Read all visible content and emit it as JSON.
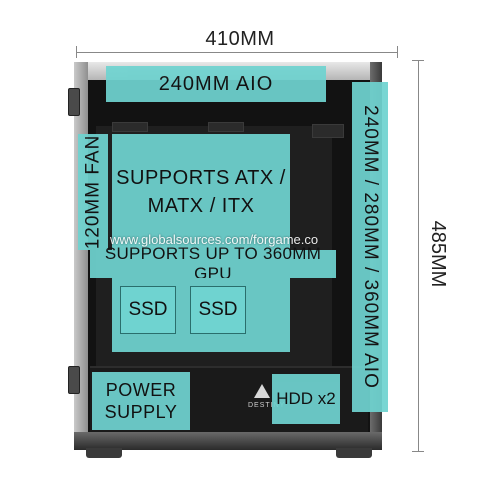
{
  "dimensions": {
    "width_label": "410MM",
    "height_label": "485MM"
  },
  "labels": {
    "top_radiator": "240MM AIO",
    "side_fan": "120MM FAN",
    "motherboard_line1": "SUPPORTS ATX /",
    "motherboard_line2": "MATX / ITX",
    "gpu": "SUPPORTS UP TO 360MM GPU",
    "ssd_1": "SSD",
    "ssd_2": "SSD",
    "psu_line1": "POWER",
    "psu_line2": "SUPPLY",
    "hdd": "HDD x2",
    "front_radiator": "240MM / 280MM / 360MM AIO"
  },
  "watermark": "www.globalsources.com/forgame.co",
  "brand": "DESTINY",
  "colors": {
    "label_fill": "#6fd3d0",
    "case_body": "#121212",
    "text": "#111111"
  }
}
